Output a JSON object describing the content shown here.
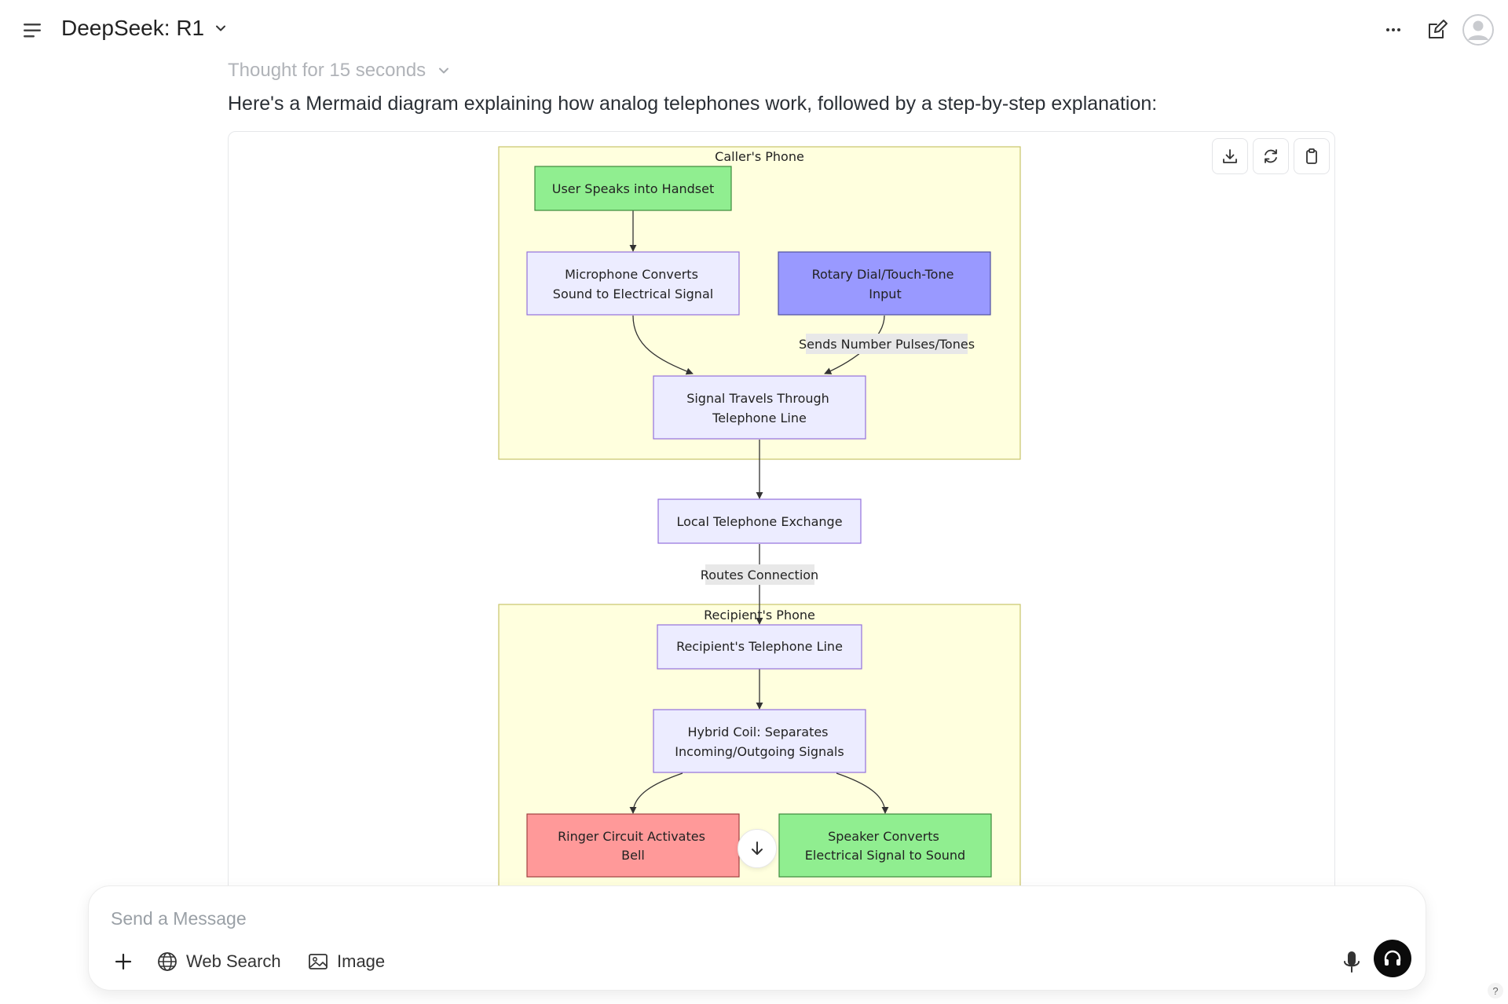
{
  "header": {
    "model_title": "DeepSeek: R1",
    "icons": {
      "menu": "hamburger-menu-icon",
      "dropdown": "chevron-down-icon",
      "more": "more-horizontal-icon",
      "edit": "edit-pencil-icon",
      "avatar": "user-avatar-icon"
    }
  },
  "message": {
    "thought_label": "Thought for 15 seconds",
    "intro": "Here's a Mermaid diagram explaining how analog telephones work, followed by a step-by-step explanation:"
  },
  "diagram": {
    "tool_icons": [
      "download-icon",
      "refresh-icon",
      "clipboard-icon"
    ],
    "subgraphs": {
      "caller": "Caller's Phone",
      "recipient": "Recipient's Phone"
    },
    "nodes": {
      "user_speaks": "User Speaks into Handset",
      "microphone": [
        "Microphone Converts",
        "Sound to Electrical Signal"
      ],
      "rotary": [
        "Rotary Dial/Touch-Tone",
        "Input"
      ],
      "signal_travels": [
        "Signal Travels Through",
        "Telephone Line"
      ],
      "local_exchange": "Local Telephone Exchange",
      "recipient_line": "Recipient's Telephone Line",
      "hybrid_coil": [
        "Hybrid Coil: Separates",
        "Incoming/Outgoing Signals"
      ],
      "ringer": [
        "Ringer Circuit Activates",
        "Bell"
      ],
      "speaker": [
        "Speaker Converts",
        "Electrical Signal to Sound"
      ]
    },
    "edge_labels": {
      "pulses": "Sends Number Pulses/Tones",
      "routes": "Routes Connection"
    },
    "colors": {
      "subgraph_fill": "#ffffde",
      "subgraph_stroke": "#c9c46a",
      "node_default": "#ececff",
      "node_default_stroke": "#9370db",
      "node_green": "#90ee90",
      "node_blue": "#9999ff",
      "node_red": "#ff9999",
      "edge_label_bg": "#e8e8e8"
    }
  },
  "composer": {
    "placeholder": "Send a Message",
    "web_search_label": "Web Search",
    "image_label": "Image",
    "icons": {
      "plus": "plus-icon",
      "globe": "globe-icon",
      "image": "image-icon",
      "mic": "microphone-icon",
      "voice": "headphones-icon"
    }
  },
  "help": "?"
}
